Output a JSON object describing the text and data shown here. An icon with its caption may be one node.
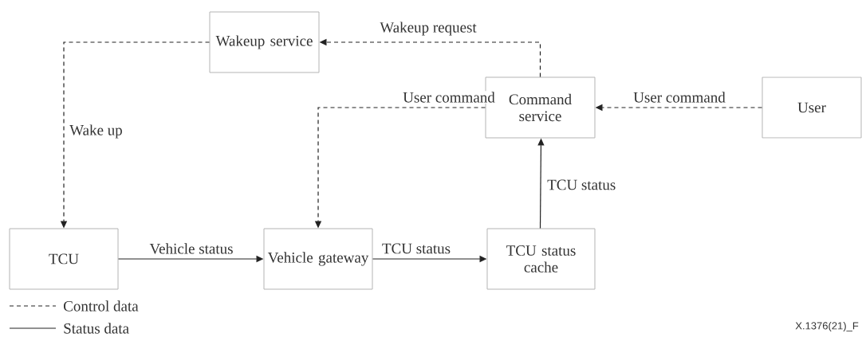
{
  "diagram": {
    "nodes": [
      {
        "text": [
          "Wakeup service"
        ]
      },
      {
        "text": [
          "Command service"
        ]
      },
      {
        "text": [
          "User"
        ]
      },
      {
        "text": [
          "TCU"
        ]
      },
      {
        "text": [
          "Vehicle gateway"
        ]
      },
      {
        "text": [
          "TCU status cache"
        ]
      }
    ],
    "edges": [
      {
        "from": 0,
        "to": 3,
        "arrow": "to",
        "label": "Wake up",
        "style": "dashed"
      },
      {
        "from": 1,
        "to": 0,
        "arrow": "to",
        "label": "Wakeup request",
        "style": "dashed"
      },
      {
        "from": 1,
        "to": 4,
        "arrow": "to",
        "label": "User command",
        "style": "dashed"
      },
      {
        "from": 2,
        "to": 1,
        "arrow": "to",
        "label": "User command",
        "style": "dashed"
      },
      {
        "from": 3,
        "to": 4,
        "arrow": "to",
        "label": "Vehicle status"
      },
      {
        "from": 4,
        "to": 5,
        "arrow": "to",
        "label": "TCU status"
      },
      {
        "from": 5,
        "to": 1,
        "arrow": "to",
        "label": "TCU status"
      }
    ],
    "labels": [
      "X.1376(21)_F"
    ],
    "legend": [
      {
        "text": "Control data"
      },
      {
        "text": "Status data"
      }
    ]
  }
}
